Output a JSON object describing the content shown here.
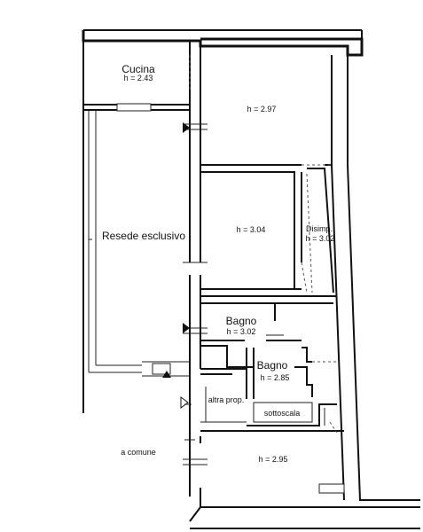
{
  "rooms": {
    "cucina": {
      "name": "Cucina",
      "height": "h = 2.43"
    },
    "room_top_right": {
      "height": "h = 2.97"
    },
    "resede": {
      "name": "Resede esclusivo"
    },
    "room_mid": {
      "height": "h = 3.04"
    },
    "disimp": {
      "name": "Disimp.",
      "height": "h = 3.02"
    },
    "bagno1": {
      "name": "Bagno",
      "height": "h = 3.02"
    },
    "bagno2": {
      "name": "Bagno",
      "height": "h = 2.85"
    },
    "altra_prop": {
      "name": "altra prop."
    },
    "sottoscala": {
      "name": "sottoscala"
    },
    "a_comune": {
      "name": "a comune"
    },
    "room_bottom": {
      "height": "h = 2.95"
    }
  }
}
